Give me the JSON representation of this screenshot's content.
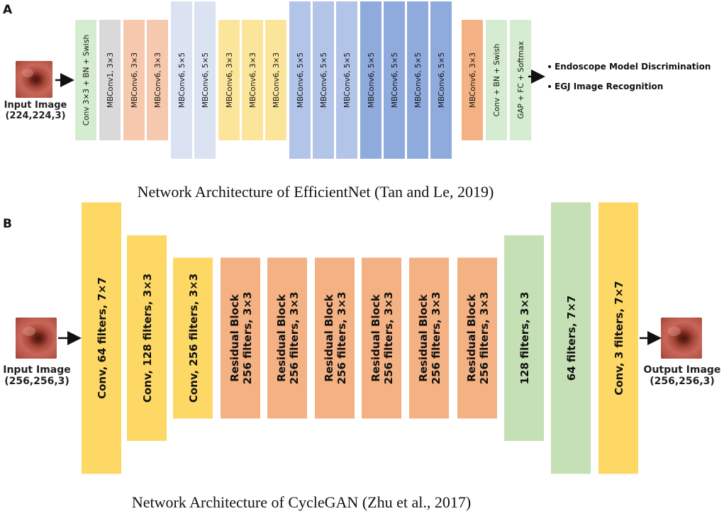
{
  "panel_a": {
    "label": "A",
    "input_label_line1": "Input Image",
    "input_label_line2": "(224,224,3)",
    "caption": "Network Architecture of EfficientNet (Tan and Le, 2019)",
    "outputs": [
      "Endoscope Model Discrimination",
      "EGJ Image Recognition"
    ],
    "blocks": [
      {
        "label": "Conv 3×3 + BN + Swish",
        "color": "#d5ecd0"
      },
      {
        "label": "MBConv1, 3×3",
        "color": "#d9d9d9"
      },
      {
        "label": "MBConv6, 3×3",
        "color": "#f6c8ad"
      },
      {
        "label": "MBConv6, 3×3",
        "color": "#f6c8ad"
      },
      {
        "label": "MBConv6, 5×5",
        "color": "#dbe3f3"
      },
      {
        "label": "MBConv6, 5×5",
        "color": "#dbe3f3"
      },
      {
        "label": "MBConv6, 3×3",
        "color": "#fbe59a"
      },
      {
        "label": "MBConv6, 3×3",
        "color": "#fbe59a"
      },
      {
        "label": "MBConv6, 3×3",
        "color": "#fbe59a"
      },
      {
        "label": "MBConv6, 5×5",
        "color": "#b2c4e8"
      },
      {
        "label": "MBConv6, 5×5",
        "color": "#b2c4e8"
      },
      {
        "label": "MBConv6, 5×5",
        "color": "#b2c4e8"
      },
      {
        "label": "MBConv6, 5×5",
        "color": "#8faadc"
      },
      {
        "label": "MBConv6, 5×5",
        "color": "#8faadc"
      },
      {
        "label": "MBConv6, 5×5",
        "color": "#8faadc"
      },
      {
        "label": "MBConv6, 5×5",
        "color": "#8faadc"
      },
      {
        "label": "MBConv6, 3×3",
        "color": "#f4b183"
      },
      {
        "label": "Conv + BN + Swish",
        "color": "#d5ecd0"
      },
      {
        "label": "GAP + FC + Softmax",
        "color": "#d5ecd0"
      }
    ]
  },
  "panel_b": {
    "label": "B",
    "input_label_line1": "Input Image",
    "input_label_line2": "(256,256,3)",
    "output_label_line1": "Output Image",
    "output_label_line2": "(256,256,3)",
    "caption": "Network Architecture of CycleGAN (Zhu et al., 2017)",
    "blocks": [
      {
        "lines": [
          "Conv, 64 filters, 7×7"
        ],
        "color": "#fdd865"
      },
      {
        "lines": [
          "Conv, 128 filters, 3×3"
        ],
        "color": "#fdd865"
      },
      {
        "lines": [
          "Conv, 256 filters, 3×3"
        ],
        "color": "#fdd865"
      },
      {
        "lines": [
          "Residual Block",
          "256 filters, 3×3"
        ],
        "color": "#f4b183"
      },
      {
        "lines": [
          "Residual Block",
          "256 filters, 3×3"
        ],
        "color": "#f4b183"
      },
      {
        "lines": [
          "Residual Block",
          "256 filters, 3×3"
        ],
        "color": "#f4b183"
      },
      {
        "lines": [
          "Residual Block",
          "256 filters, 3×3"
        ],
        "color": "#f4b183"
      },
      {
        "lines": [
          "Residual Block",
          "256 filters, 3×3"
        ],
        "color": "#f4b183"
      },
      {
        "lines": [
          "Residual Block",
          "256 filters, 3×3"
        ],
        "color": "#f4b183"
      },
      {
        "lines": [
          "128 filters, 3×3"
        ],
        "color": "#c5e0b4"
      },
      {
        "lines": [
          "64 filters, 7×7"
        ],
        "color": "#c5e0b4"
      },
      {
        "lines": [
          "Conv, 3 filters, 7×7"
        ],
        "color": "#fdd865"
      }
    ]
  }
}
